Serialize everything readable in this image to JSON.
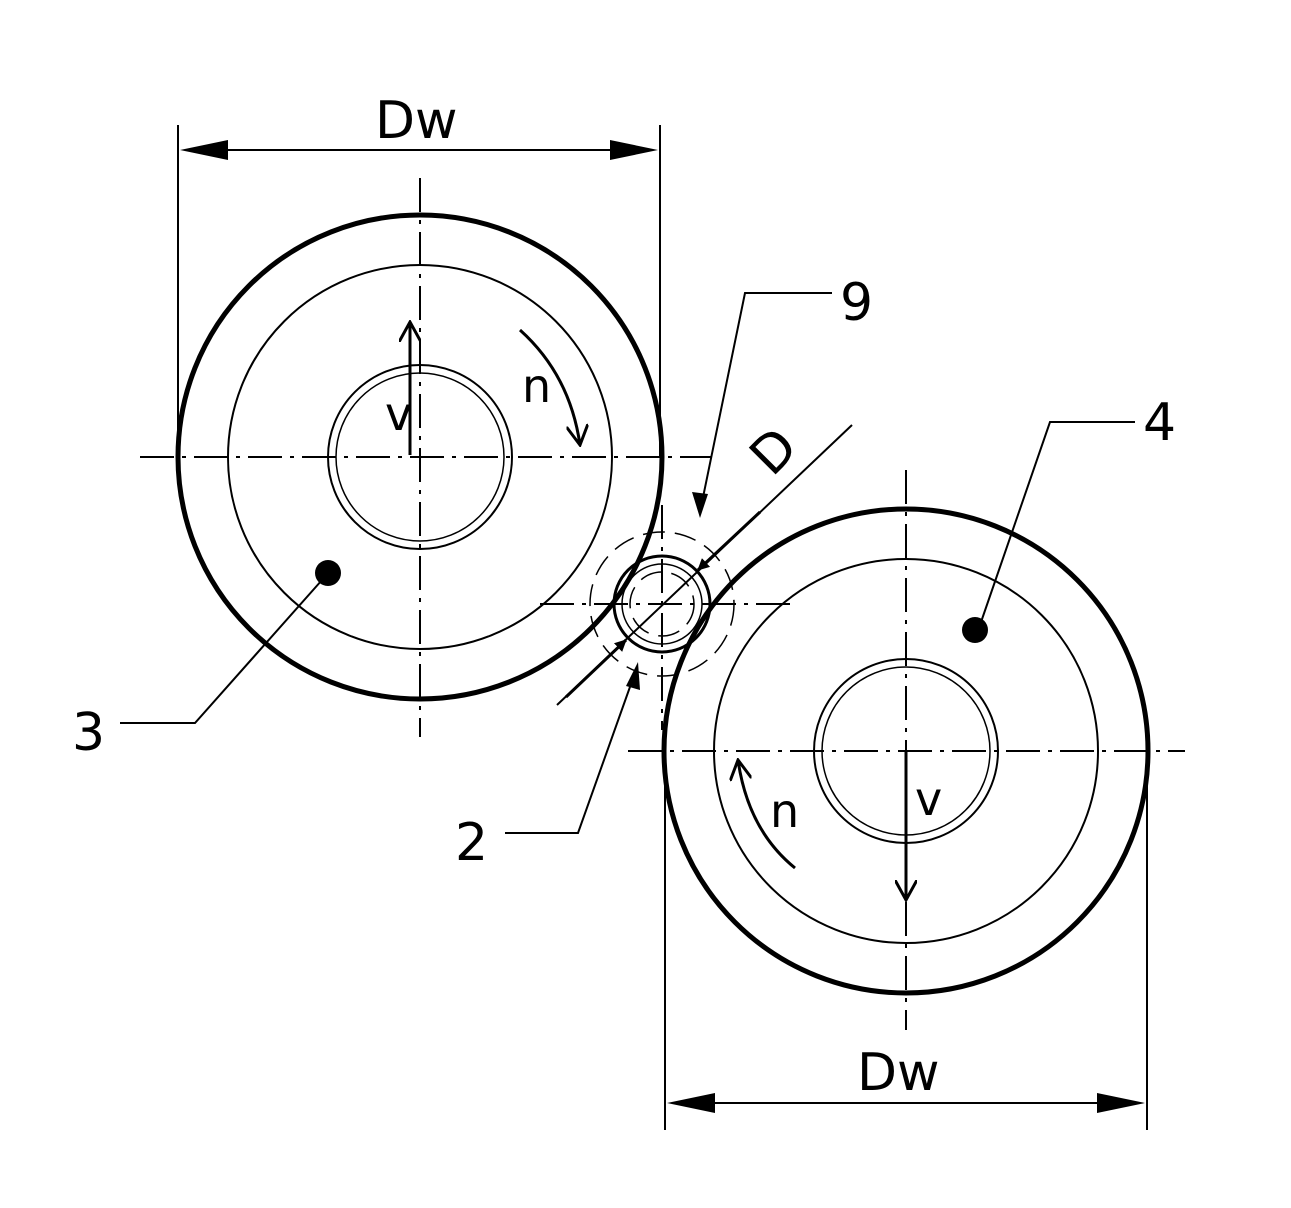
{
  "labels": {
    "dim_top": "Dw",
    "dim_bottom": "Dw",
    "diameter": "D",
    "ref_9": "9",
    "ref_4": "4",
    "ref_3": "3",
    "ref_2": "2",
    "speed_top": "n",
    "speed_bottom": "n",
    "velocity_top": "v",
    "velocity_bottom": "v"
  }
}
